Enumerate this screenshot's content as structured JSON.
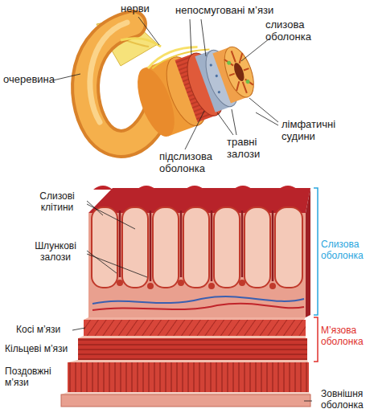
{
  "diagram": {
    "labels": [
      "нерви",
      "непосмуговані м’язи",
      "слизова оболонка",
      "очеревина",
      "лімфатичні судини",
      "травні залози",
      "підслизова оболонка",
      "Слизові клітини",
      "Шлункові залози",
      "Слизова оболонка",
      "Косі м’язи",
      "М’язова оболонка",
      "Кільцеві м’язи",
      "Поздовжні м’язи",
      "Зовнішня оболонка"
    ]
  }
}
